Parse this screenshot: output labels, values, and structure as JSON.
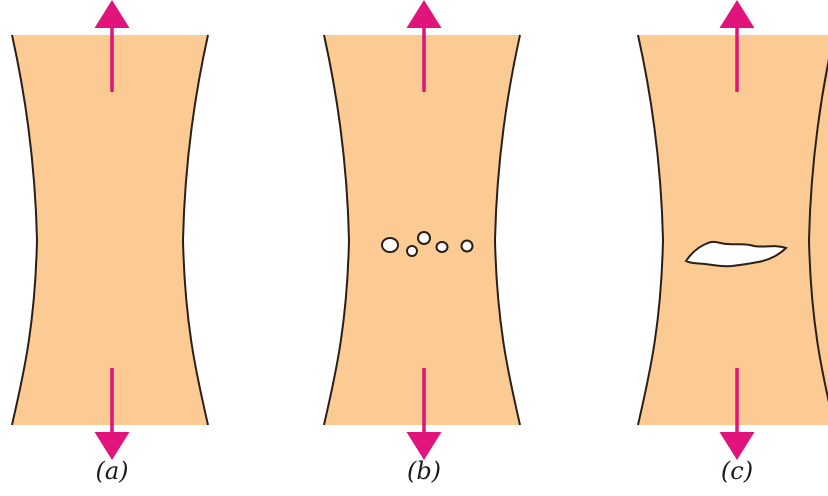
{
  "panels": [
    {
      "id": "a",
      "label": "(a)"
    },
    {
      "id": "b",
      "label": "(b)"
    },
    {
      "id": "c",
      "label": "(c)"
    }
  ],
  "colors": {
    "specimen_fill": "#fccb94",
    "specimen_outline": "#2a1f18",
    "arrow": "#e0147a",
    "void_fill": "#ffffff"
  }
}
